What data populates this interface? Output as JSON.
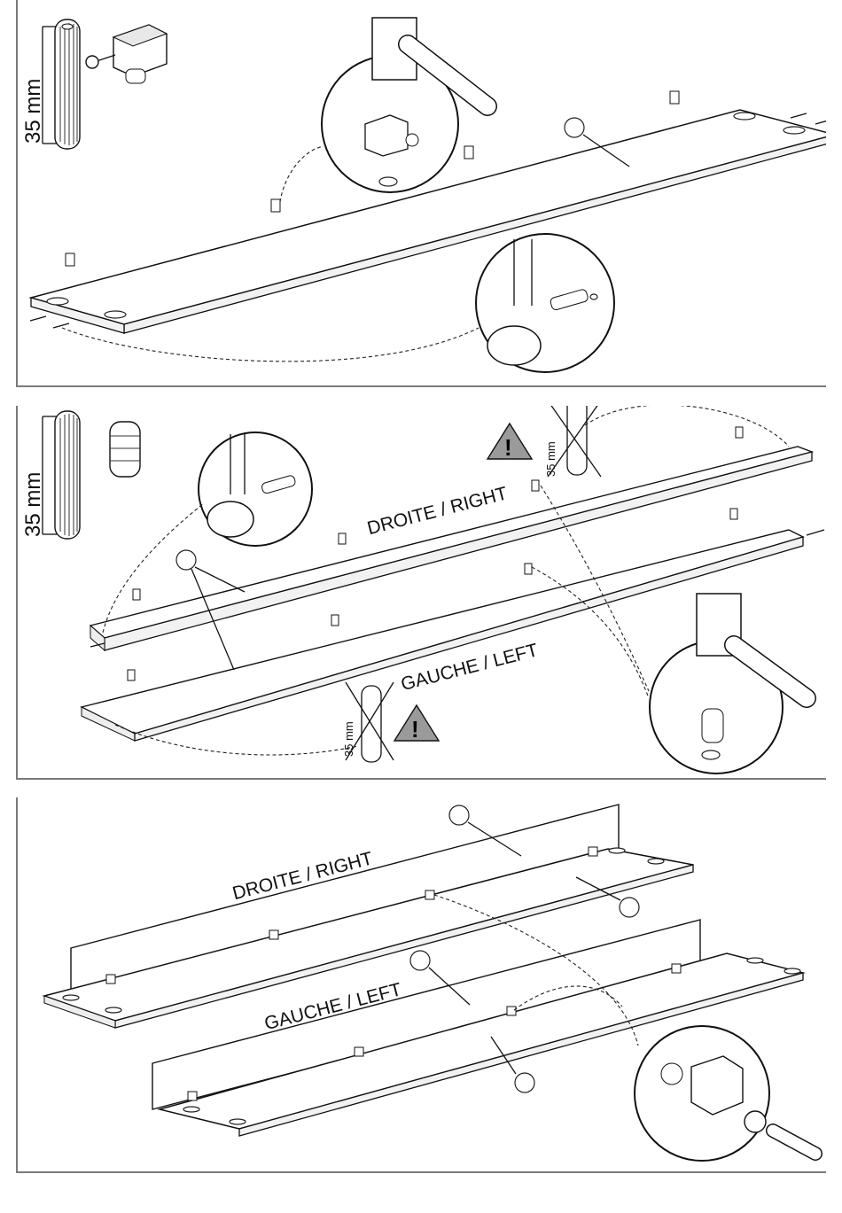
{
  "step1": {
    "dowel_length_label": "35 mm"
  },
  "step2": {
    "dowel_length_label": "35 mm",
    "right_label": "DROITE / RIGHT",
    "left_label": "GAUCHE / LEFT",
    "warning_dowel_label_top": "35 mm",
    "warning_dowel_label_bottom": "35 mm"
  },
  "step3": {
    "right_label": "DROITE / RIGHT",
    "left_label": "GAUCHE / LEFT"
  },
  "colors": {
    "stroke": "#111111",
    "warning_fill": "#9a9a9a",
    "border": "#7a7a7a"
  }
}
